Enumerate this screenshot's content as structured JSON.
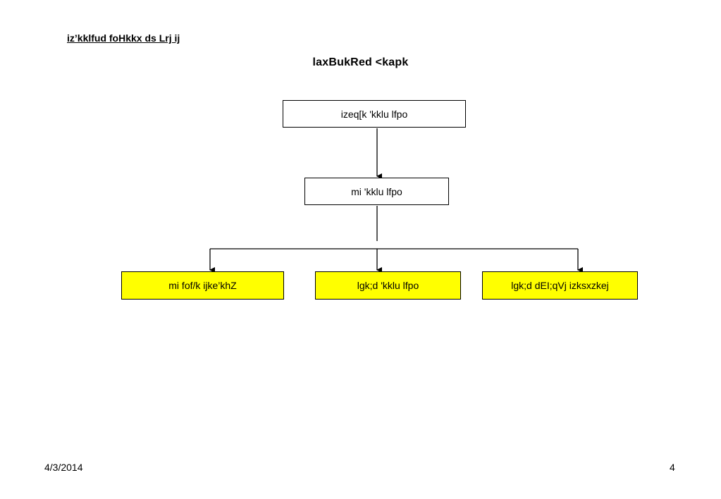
{
  "heading": "iz’kklfud foHkkx ds Lrj ij",
  "title": "laxBukRed <kapk",
  "boxes": {
    "top": "izeq[k 'kklu lfpo",
    "middle": "mi 'kklu lfpo",
    "left": "mi fof/k ijke’khZ",
    "center": "lgk;d 'kklu lfpo",
    "right": "lgk;d dEI;qVj izksxzkej"
  },
  "colors": {
    "highlight": "#ffff00",
    "line": "#000000"
  },
  "footer": {
    "date": "4/3/2014",
    "page_number": "4"
  }
}
